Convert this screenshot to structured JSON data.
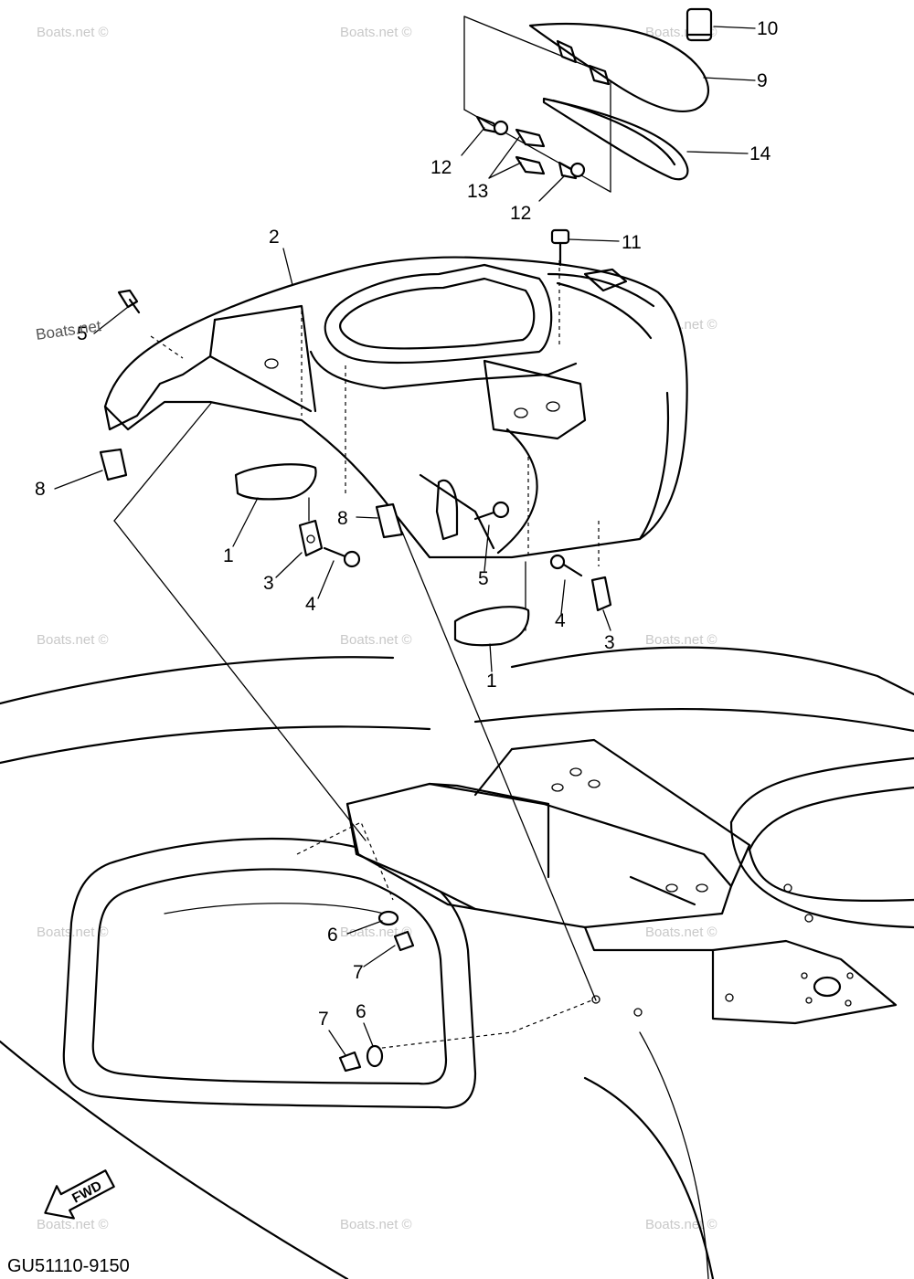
{
  "diagram": {
    "drawing_code": "GU51110-9150",
    "direction_label": "FWD",
    "watermark": "Boats.net ©",
    "watermark_short": "Boats.net",
    "callouts": {
      "c1a": "1",
      "c1b": "1",
      "c2": "2",
      "c3a": "3",
      "c3b": "3",
      "c4a": "4",
      "c4b": "4",
      "c5a": "5",
      "c5b": "5",
      "c6a": "6",
      "c6b": "6",
      "c7a": "7",
      "c7b": "7",
      "c8a": "8",
      "c8b": "8",
      "c9": "9",
      "c10": "10",
      "c11": "11",
      "c12a": "12",
      "c12b": "12",
      "c13": "13",
      "c14": "14"
    }
  }
}
